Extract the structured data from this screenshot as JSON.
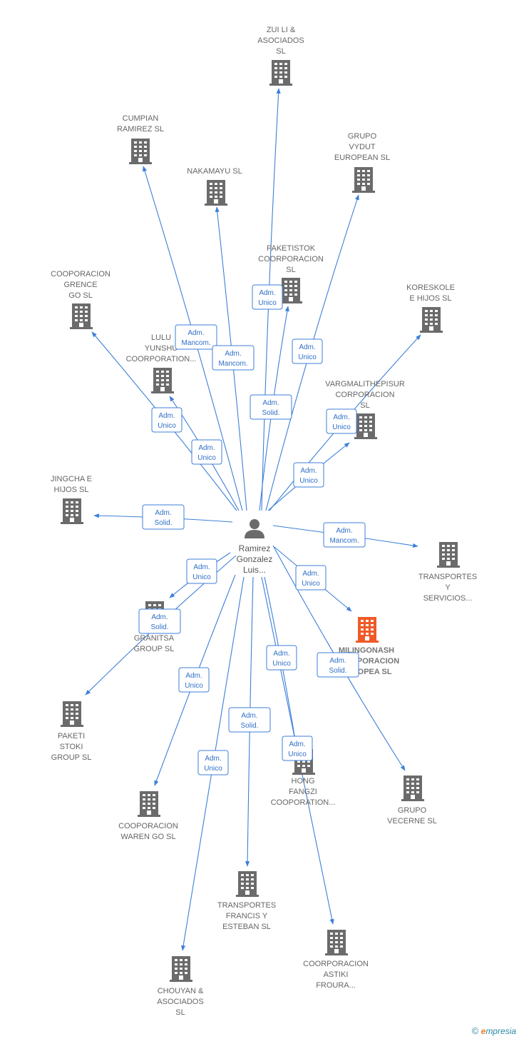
{
  "center": {
    "name": [
      "Ramirez",
      "Gonzalez",
      "Luis..."
    ],
    "color": "#6b6b6b"
  },
  "colors": {
    "edge": "#3d7fd9",
    "building": "#6b6b6b",
    "highlight": "#f05a28"
  },
  "companies": [
    {
      "id": "zui-li",
      "lines": [
        "ZUI LI &",
        "ASOCIADOS",
        "SL"
      ]
    },
    {
      "id": "cumpian",
      "lines": [
        "CUMPIAN",
        "RAMIREZ SL"
      ]
    },
    {
      "id": "grupo-vydut",
      "lines": [
        "GRUPO",
        "VYDUT",
        "EUROPEAN  SL"
      ]
    },
    {
      "id": "nakamayu",
      "lines": [
        "NAKAMAYU  SL"
      ]
    },
    {
      "id": "paketistok",
      "lines": [
        "PAKETISTOK",
        "COORPORACION",
        "SL"
      ]
    },
    {
      "id": "grence",
      "lines": [
        "COOPORACION",
        "GRENCE",
        "GO  SL"
      ]
    },
    {
      "id": "koreskole",
      "lines": [
        "KORESKOLE",
        "E HIJOS  SL"
      ]
    },
    {
      "id": "lulu",
      "lines": [
        "LULU",
        "YUNSHU",
        "COORPORATION..."
      ]
    },
    {
      "id": "vargmali",
      "lines": [
        "VARGMALITHEPISUR",
        "CORPORACION",
        "SL"
      ]
    },
    {
      "id": "jingcha",
      "lines": [
        "JINGCHA E",
        "HIJOS  SL"
      ]
    },
    {
      "id": "transportes-y",
      "lines": [
        "TRANSPORTES",
        "Y",
        "SERVICIOS..."
      ]
    },
    {
      "id": "granitsa",
      "lines": [
        "GRANITSA",
        "GROUP  SL"
      ]
    },
    {
      "id": "milingonash",
      "lines": [
        "MILINGONASH",
        "COORPORACION",
        "EUROPEA  SL"
      ]
    },
    {
      "id": "paketi-stoki",
      "lines": [
        "PAKETI",
        "STOKI",
        "GROUP  SL"
      ]
    },
    {
      "id": "grupo-vecerne",
      "lines": [
        "GRUPO",
        "VECERNE  SL"
      ]
    },
    {
      "id": "hong-fangzi",
      "lines": [
        "HONG",
        "FANGZI",
        "COOPORATION..."
      ]
    },
    {
      "id": "waren",
      "lines": [
        "COOPORACION",
        "WAREN GO  SL"
      ]
    },
    {
      "id": "transportes-francis",
      "lines": [
        "TRANSPORTES",
        "FRANCIS Y",
        "ESTEBAN SL"
      ]
    },
    {
      "id": "astiki",
      "lines": [
        "COORPORACION",
        "ASTIKI",
        "FROURA..."
      ]
    },
    {
      "id": "chouyan",
      "lines": [
        "CHOUYAN &",
        "ASOCIADOS",
        "SL"
      ]
    }
  ],
  "edges": [
    {
      "to": "zui-li",
      "label": [
        "Adm.",
        "Unico"
      ]
    },
    {
      "to": "cumpian",
      "label": [
        "Adm.",
        "Mancom."
      ]
    },
    {
      "to": "grupo-vydut",
      "label": [
        "Adm.",
        "Unico"
      ]
    },
    {
      "to": "nakamayu",
      "label": [
        "Adm.",
        "Mancom."
      ]
    },
    {
      "to": "paketistok",
      "label": [
        "Adm.",
        "Solid."
      ]
    },
    {
      "to": "grence",
      "label": [
        "Adm.",
        "Unico"
      ]
    },
    {
      "to": "koreskole",
      "label": [
        "Adm.",
        "Unico"
      ]
    },
    {
      "to": "lulu",
      "label": [
        "Adm.",
        "Unico"
      ]
    },
    {
      "to": "vargmali",
      "label": [
        "Adm.",
        "Unico"
      ]
    },
    {
      "to": "jingcha",
      "label": [
        "Adm.",
        "Solid."
      ]
    },
    {
      "to": "transportes-y",
      "label": [
        "Adm.",
        "Mancom."
      ]
    },
    {
      "to": "granitsa",
      "label": [
        "Adm.",
        "Unico"
      ]
    },
    {
      "to": "milingonash",
      "label": [
        "Adm.",
        "Unico"
      ]
    },
    {
      "to": "paketi-stoki",
      "label": [
        "Adm.",
        "Solid."
      ]
    },
    {
      "to": "grupo-vecerne",
      "label": [
        "Adm.",
        "Solid."
      ]
    },
    {
      "to": "hong-fangzi",
      "label": [
        "Adm.",
        "Unico"
      ]
    },
    {
      "to": "waren",
      "label": [
        "Adm.",
        "Unico"
      ]
    },
    {
      "to": "transportes-francis",
      "label": [
        "Adm.",
        "Solid."
      ]
    },
    {
      "to": "astiki",
      "label": [
        "Adm.",
        "Unico"
      ]
    },
    {
      "to": "chouyan",
      "label": [
        "Adm.",
        "Unico"
      ]
    }
  ],
  "footer": {
    "copyright": "©",
    "brand_e": "e",
    "brand_rest": "mpresia"
  }
}
